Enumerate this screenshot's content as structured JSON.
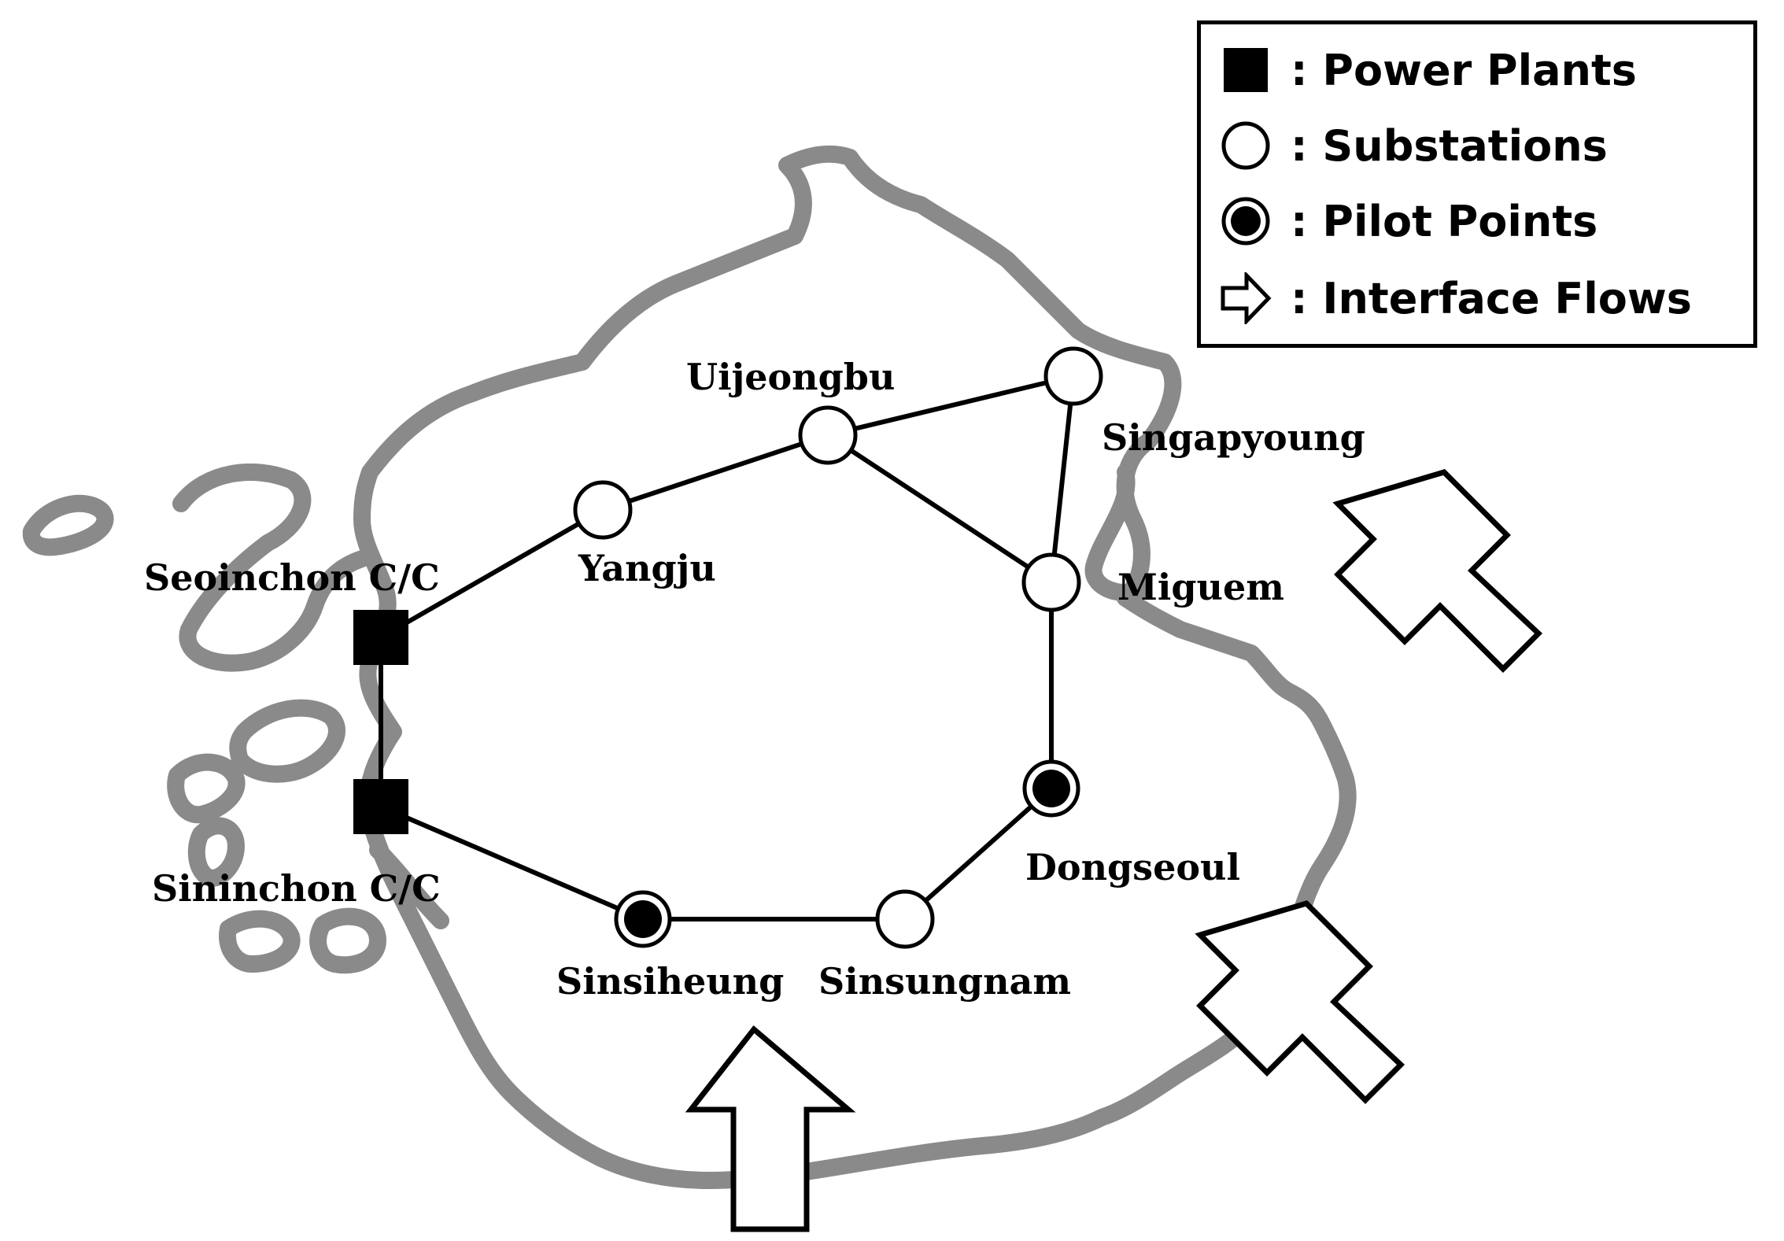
{
  "legend": {
    "items": [
      {
        "symbol": "power-plant",
        "label": ": Power Plants"
      },
      {
        "symbol": "substation",
        "label": ": Substations"
      },
      {
        "symbol": "pilot-point",
        "label": ": Pilot Points"
      },
      {
        "symbol": "interface-flow",
        "label": ": Interface Flows"
      }
    ]
  },
  "stations": {
    "seoinchon": {
      "label": "Seoinchon C/C",
      "type": "power-plant"
    },
    "sininchon": {
      "label": "Sininchon C/C",
      "type": "power-plant"
    },
    "yangju": {
      "label": "Yangju",
      "type": "substation"
    },
    "uijeongbu": {
      "label": "Uijeongbu",
      "type": "substation"
    },
    "singapyoung": {
      "label": "Singapyoung",
      "type": "substation"
    },
    "miguem": {
      "label": "Miguem",
      "type": "substation"
    },
    "dongseoul": {
      "label": "Dongseoul",
      "type": "pilot-point"
    },
    "sinsungnam": {
      "label": "Sinsungnam",
      "type": "substation"
    },
    "sinsiheung": {
      "label": "Sinsiheung",
      "type": "pilot-point"
    }
  },
  "connections": [
    [
      "seoinchon",
      "yangju"
    ],
    [
      "yangju",
      "uijeongbu"
    ],
    [
      "uijeongbu",
      "singapyoung"
    ],
    [
      "uijeongbu",
      "miguem"
    ],
    [
      "singapyoung",
      "miguem"
    ],
    [
      "miguem",
      "dongseoul"
    ],
    [
      "dongseoul",
      "sinsungnam"
    ],
    [
      "sinsungnam",
      "sinsiheung"
    ],
    [
      "sinsiheung",
      "sininchon"
    ],
    [
      "seoinchon",
      "sininchon"
    ]
  ],
  "colors": {
    "outline": "#8a8a8a",
    "line": "#000000",
    "node_fill": "#ffffff"
  }
}
